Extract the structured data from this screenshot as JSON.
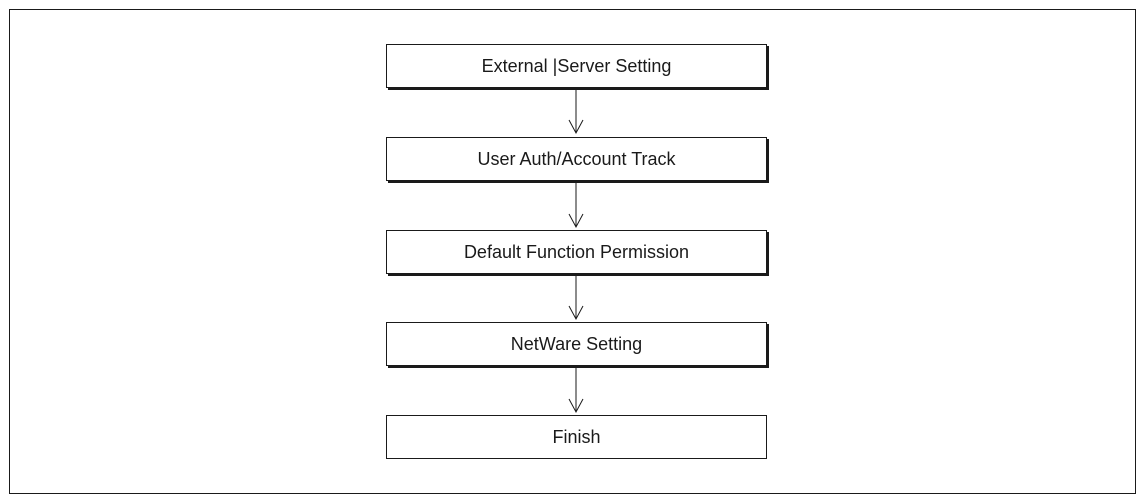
{
  "flowchart": {
    "steps": [
      {
        "label": "External |Server Setting"
      },
      {
        "label": "User Auth/Account Track"
      },
      {
        "label": "Default Function Permission"
      },
      {
        "label": "NetWare Setting"
      },
      {
        "label": "Finish"
      }
    ]
  }
}
